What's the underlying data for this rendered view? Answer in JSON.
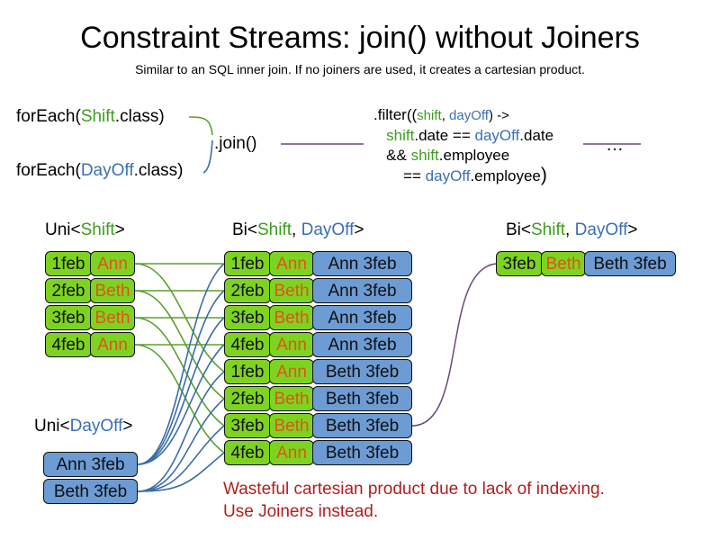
{
  "title": "Constraint Streams: join() without Joiners",
  "subtitle": "Similar to an SQL inner join. If no joiners are used, it creates a cartesian product.",
  "code": {
    "foreach_shift_pre": "forEach(",
    "foreach_shift_cls": "Shift",
    "foreach_shift_post": ".class)",
    "foreach_dayoff_pre": "forEach(",
    "foreach_dayoff_cls": "DayOff",
    "foreach_dayoff_post": ".class)",
    "join_call": ".join()",
    "ellipsis": "…",
    "filter": {
      "line1_a": ".filter((",
      "line1_shift": "shift",
      "line1_comma": ", ",
      "line1_dayoff": "dayOff",
      "line1_b": ") ->",
      "line2_shift": "shift",
      "line2_mid": ".date == ",
      "line2_dayoff": "dayOff",
      "line2_end": ".date",
      "line3_a": "&& ",
      "line3_shift": "shift",
      "line3_end": ".employee",
      "line4_a": "== ",
      "line4_dayoff": "dayOff",
      "line4_end": ".employee",
      "line4_close": ")"
    }
  },
  "streams": {
    "uni_shift": {
      "label_pre": "Uni<",
      "label_cls": "Shift",
      "label_post": ">",
      "rows": [
        {
          "date": "1feb",
          "name": "Ann"
        },
        {
          "date": "2feb",
          "name": "Beth"
        },
        {
          "date": "3feb",
          "name": "Beth"
        },
        {
          "date": "4feb",
          "name": "Ann"
        }
      ]
    },
    "uni_dayoff": {
      "label_pre": "Uni<",
      "label_cls": "DayOff",
      "label_post": ">",
      "rows": [
        {
          "pair": "Ann 3feb"
        },
        {
          "pair": "Beth 3feb"
        }
      ]
    },
    "bi_cartesian": {
      "label_pre": "Bi<",
      "label_cls1": "Shift",
      "label_comma": ", ",
      "label_cls2": "DayOff",
      "label_post": ">",
      "rows": [
        {
          "date": "1feb",
          "name": "Ann",
          "pair": "Ann 3feb"
        },
        {
          "date": "2feb",
          "name": "Beth",
          "pair": "Ann 3feb"
        },
        {
          "date": "3feb",
          "name": "Beth",
          "pair": "Ann 3feb"
        },
        {
          "date": "4feb",
          "name": "Ann",
          "pair": "Ann 3feb"
        },
        {
          "date": "1feb",
          "name": "Ann",
          "pair": "Beth 3feb"
        },
        {
          "date": "2feb",
          "name": "Beth",
          "pair": "Beth 3feb"
        },
        {
          "date": "3feb",
          "name": "Beth",
          "pair": "Beth 3feb"
        },
        {
          "date": "4feb",
          "name": "Ann",
          "pair": "Beth 3feb"
        }
      ]
    },
    "bi_filtered": {
      "label_pre": "Bi<",
      "label_cls1": "Shift",
      "label_comma": ", ",
      "label_cls2": "DayOff",
      "label_post": ">",
      "rows": [
        {
          "date": "3feb",
          "name": "Beth",
          "pair": "Beth 3feb"
        }
      ]
    }
  },
  "warning": {
    "line1": "Wasteful cartesian product due to lack of indexing.",
    "line2": "Use Joiners instead."
  },
  "colors": {
    "shift_green": "#7ed321",
    "dayoff_blue": "#6d9bd4",
    "name_orange": "#e2521a",
    "class_shift_text": "#3c9e1e",
    "class_dayoff_text": "#3b6fb5",
    "warning_red": "#b41d1d",
    "wire_green": "#5aa02c",
    "wire_blue": "#3a6ea8",
    "wire_purple": "#6b4a78"
  }
}
